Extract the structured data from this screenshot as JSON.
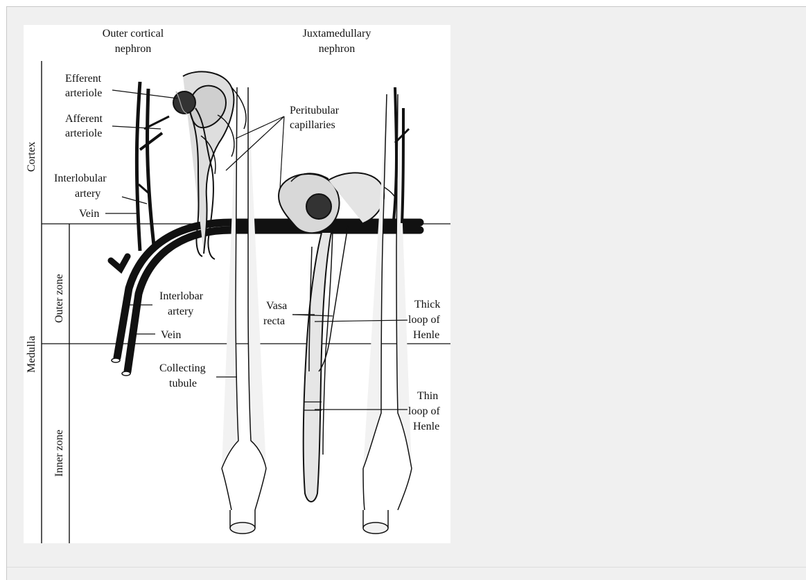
{
  "figure": {
    "columns": {
      "outer_cortical": [
        "Outer cortical",
        "nephron"
      ],
      "juxtamedullary": [
        "Juxtamedullary",
        "nephron"
      ]
    },
    "regions": {
      "cortex": "Cortex",
      "medulla": "Medulla",
      "outer_zone": "Outer zone",
      "inner_zone": "Inner zone"
    },
    "labels": {
      "efferent_arteriole": [
        "Efferent",
        "arteriole"
      ],
      "afferent_arteriole": [
        "Afferent",
        "arteriole"
      ],
      "interlobular_artery": [
        "Interlobular",
        "artery"
      ],
      "vein_upper": "Vein",
      "interlobar_artery": [
        "Interlobar",
        "artery"
      ],
      "vein_lower": "Vein",
      "collecting_tubule": [
        "Collecting",
        "tubule"
      ],
      "peritubular_capillaries": [
        "Peritubular",
        "capillaries"
      ],
      "vasa_recta": [
        "Vasa",
        "recta"
      ],
      "thick_loop": [
        "Thick",
        "loop of",
        "Henle"
      ],
      "thin_loop": [
        "Thin",
        "loop of",
        "Henle"
      ]
    }
  }
}
